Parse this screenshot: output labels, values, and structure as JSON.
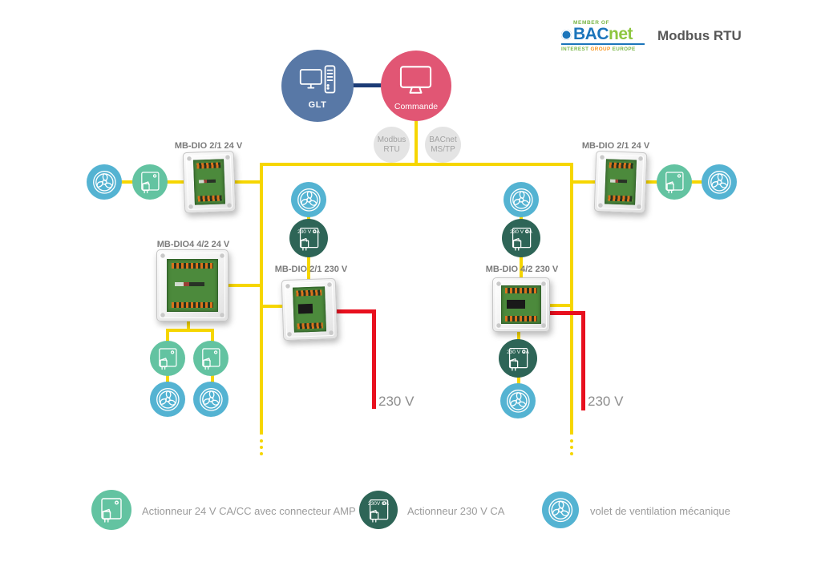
{
  "header": {
    "logo": {
      "member_of": "MEMBER OF",
      "brand_bac": "BAC",
      "brand_net": "net",
      "subtitle_words": [
        "INTEREST",
        "GROUP",
        "EUROPE"
      ]
    },
    "title": "Modbus RTU"
  },
  "nodes": {
    "glt": {
      "label": "GLT"
    },
    "commande": {
      "label": "Commande"
    },
    "protocol_modbus": {
      "line1": "Modbus",
      "line2": "RTU"
    },
    "protocol_bacnet": {
      "line1": "BACnet",
      "line2": "MS/TP"
    }
  },
  "devices": {
    "left_24v": {
      "label": "MB-DIO 2/1 24 V"
    },
    "right_24v": {
      "label": "MB-DIO 2/1 24 V"
    },
    "dio4_24v": {
      "label": "MB-DIO4 4/2 24 V"
    },
    "center_230v": {
      "label": "MB-DIO 2/1 230 V"
    },
    "right_230v": {
      "label": "MB-DIO 4/2 230 V"
    }
  },
  "power_labels": {
    "left": "230 V",
    "right": "230 V"
  },
  "badges": {
    "actuator_230": "230 V CA",
    "legend_230": "230V CA"
  },
  "legend": {
    "items": [
      {
        "label": "Actionneur 24 V CA/CC avec connecteur AMP"
      },
      {
        "label": "Actionneur 230 V CA"
      },
      {
        "label": "volet de ventilation mécanique"
      }
    ]
  },
  "colors": {
    "bus_yellow": "#F6D600",
    "power_red": "#E8101E",
    "fan_blue": "#54B3D2",
    "actuator_green": "#63C3A1",
    "actuator_dark_green": "#2E6557",
    "glt_blue": "#5878A6",
    "commande_pink": "#E15674",
    "link_navy": "#1B3B76",
    "bacnet_blue": "#1B75BB",
    "bacnet_green": "#8DC63F"
  }
}
